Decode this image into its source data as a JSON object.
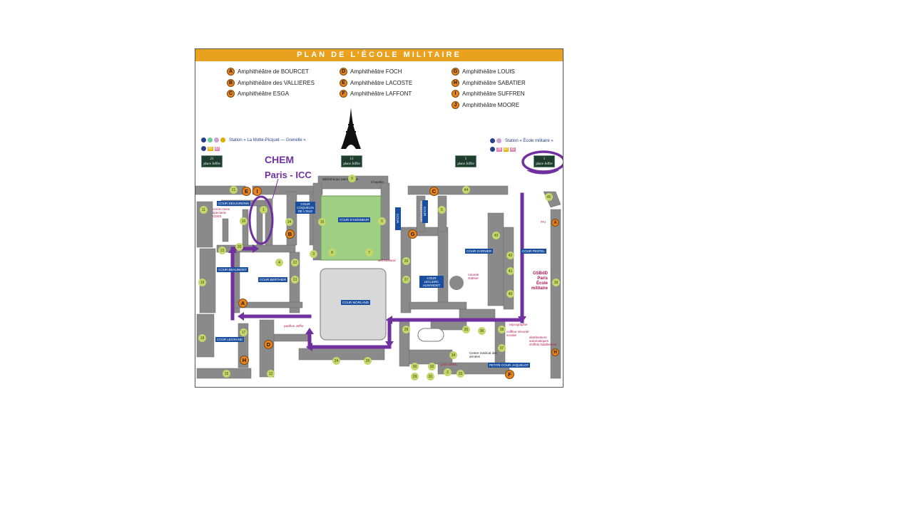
{
  "map": {
    "title": "PLAN DE L’ÉCOLE MILITAIRE",
    "legend": [
      {
        "letter": "A",
        "label": "Amphithéâtre de BOURCET"
      },
      {
        "letter": "B",
        "label": "Amphithéâtre des VALLIERES"
      },
      {
        "letter": "C",
        "label": "Amphithéâtre ESGA"
      },
      {
        "letter": "D",
        "label": "Amphithéâtre FOCH"
      },
      {
        "letter": "E",
        "label": "Amphithéâtre LACOSTE"
      },
      {
        "letter": "F",
        "label": "Amphithéâtre LAFFONT"
      },
      {
        "letter": "G",
        "label": "Amphithéâtre LOUIS"
      },
      {
        "letter": "H",
        "label": "Amphithéâtre SABATIER"
      },
      {
        "letter": "I",
        "label": "Amphithéâtre SUFFREN"
      },
      {
        "letter": "J",
        "label": "Amphithéâtre MOORE"
      }
    ],
    "metro_left": {
      "lines": [
        "M",
        "6",
        "8",
        "10"
      ],
      "station": "Station « La Motte-Picquet — Grenelle »",
      "bus": [
        "80",
        "82"
      ]
    },
    "metro_right": {
      "lines": [
        "M",
        "8"
      ],
      "station": "Station « École militaire »",
      "bus": [
        "28",
        "80",
        "82"
      ]
    },
    "plates": [
      {
        "number": "21",
        "text": "place Joffre"
      },
      {
        "number": "13",
        "text": "place Joffre"
      },
      {
        "number": "5",
        "text": "place Joffre"
      },
      {
        "number": "1",
        "text": "place Joffre"
      }
    ],
    "courts": {
      "desjardins": "COUR DESJARDINS",
      "coquelin": "COUR COQUELIN DE L'ISLE",
      "honneur": "COUR D'HONNEUR",
      "roederer": "COUR ROEDERER",
      "ribbentrop": "COUR RIBBENTROP",
      "garnier": "COUR GARNIER",
      "pestel": "COUR PESTEL",
      "beaumont": "COUR BEAUMONT",
      "berthier": "COUR BERTHIER",
      "morland": "COUR MORLAND",
      "leclerc": "COUR LECLERC ALMANDET",
      "legrand": "COUR LEGRAND",
      "jaquelot": "PETITE COUR JAQUELOT"
    },
    "labels": {
      "bibliotheque": "Bibliothèque patrimoniale",
      "chapelle": "Chapelle",
      "self": "self Morland",
      "rotonde": "rotonde Gabriel",
      "pavillon": "pavillon Joffre",
      "centre_medical": "Centre médical des armées",
      "point_dpec": "point DPEC",
      "pai": "PAI",
      "gsbdd": "GSBdD Paris École militaire",
      "cercle": "cercle mess spectacle",
      "cdes": "CDES",
      "coiffeur": "coiffeur sécurité sociale",
      "reprographie": "reprographie",
      "distributeurs": "distributeurs automatiques d'effets habillement"
    },
    "building_numbers": [
      "21",
      "11",
      "10",
      "1",
      "13",
      "14",
      "16",
      "9",
      "8",
      "7",
      "6",
      "5",
      "44",
      "45",
      "43",
      "42",
      "41",
      "40",
      "39",
      "38",
      "37",
      "36",
      "35",
      "34",
      "33",
      "32",
      "31",
      "30",
      "29",
      "28",
      "27",
      "26",
      "25",
      "24",
      "23",
      "22",
      "20",
      "19",
      "18",
      "17",
      "15",
      "12",
      "4",
      "3",
      "2"
    ],
    "map_letters": [
      "E",
      "I",
      "C",
      "B",
      "G",
      "A",
      "D",
      "H",
      "F",
      "A",
      "H"
    ]
  },
  "annotation": {
    "line1": "CHEM",
    "line2": "Paris - ICC",
    "color": "#7030a0"
  }
}
